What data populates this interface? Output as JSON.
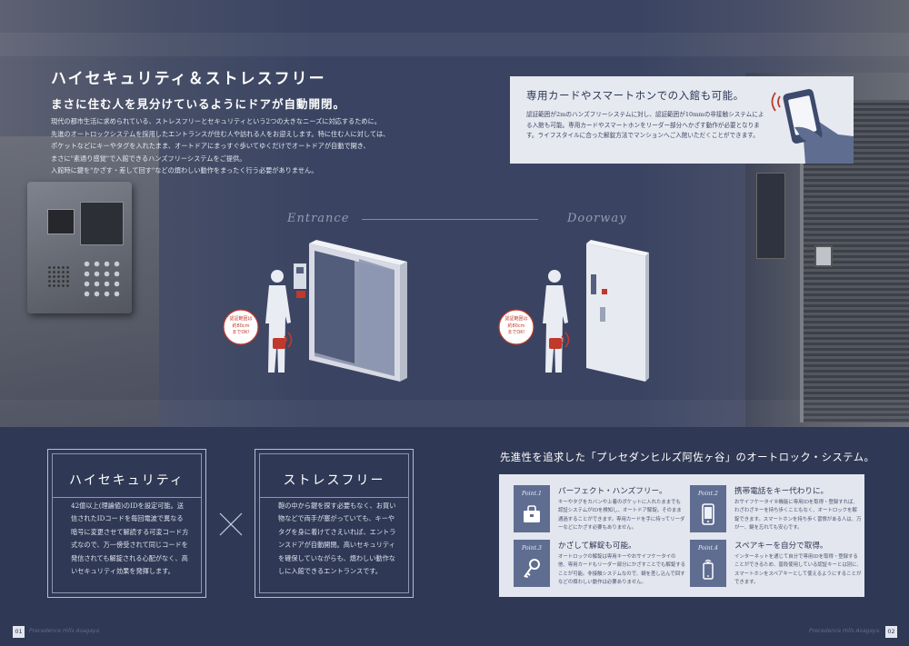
{
  "hero": {
    "title": "ハイセキュリティ＆ストレスフリー",
    "subtitle": "まさに住む人を見分けているようにドアが自動開閉。",
    "body": [
      "現代の都市生活に求められている、ストレスフリーとセキュリティという2つの大きなニーズに対応するために。",
      "先進のオートロックシステムを採用したエントランスが住む人や訪れる人をお迎えします。特に住む人に対しては、",
      "ポケットなどにキーやタグを入れたまま、オートドアにまっすぐ歩いてゆくだけでオートドアが自動で開き、",
      "まさに\"素通り感覚\"で入館できるハンズフリーシステムをご提供。",
      "入館時に鍵を\"かざす・差して回す\"などの煩わしい動作をまったく行う必要がありません。"
    ]
  },
  "callout": {
    "title": "専用カードやスマートホンでの入館も可能。",
    "body": "認証範囲が2mのハンズフリーシステムに対し、認証範囲が10mmの非接触システムによる入館も可能。専用カードやスマートホンをリーダー部分へかざす動作が必要となります。ライフスタイルに合った解錠方法でマンションへご入館いただくことができます。"
  },
  "illustration": {
    "entrance_label": "Entrance",
    "doorway_label": "Doorway",
    "badge_line1": "認証範囲は",
    "badge_line2": "約80cm",
    "badge_line3": "までOK!"
  },
  "cards": [
    {
      "title": "ハイセキュリティ",
      "body": "42億以上(理論値)のIDを設定可能。送信されたIDコードを毎回電波で異なる暗号に変更させて解読する可変コード方式なので、万一傍受されて同じコードを発信されても解錠される心配がなく、高いセキュリティ効果を発揮します。"
    },
    {
      "title": "ストレスフリー",
      "body": "鞄の中から鍵を探す必要もなく、お買い物などで両手が塞がっていても、キーやタグを身に着けてさえいれば、エントランスドアが自動開閉。高いセキュリティを確保していながらも、煩わしい動作なしに入館できるエントランスです。"
    }
  ],
  "section_title": "先進性を追求した「プレセダンヒルズ阿佐ヶ谷」のオートロック・システム。",
  "points": [
    {
      "label": "Point.1",
      "icon": "bag-icon",
      "title": "パーフェクト・ハンズフリー。",
      "body": "キーやタグをカバンや上着のポケットに入れたままでも認証システムがIDを検知し、オートドア解錠。そのまま通過することができます。専用カードを手に持ってリーダーなどにかざす必要もありません。"
    },
    {
      "label": "Point.2",
      "icon": "mobile-phone-icon",
      "title": "携帯電話をキー代わりに。",
      "body": "おサイフケータイ®機能に専用IDを取得・登録すれば、わざわざキーを持ち歩くこともなく、オートロックを解錠できます。スマートホンを持ち歩く習慣がある人は、万が一、鍵を忘れても安心です。"
    },
    {
      "label": "Point.3",
      "icon": "key-icon",
      "title": "かざして解錠も可能。",
      "body": "オートロックの解錠は専用キーやおサイフケータイの他、専用カードもリーダー部分にかざすことでも解錠することが可能。非接触システムなので、鍵を差し込んで回すなどの煩わしい動作は必要ありません。"
    },
    {
      "label": "Point.4",
      "icon": "smartphone-signal-icon",
      "title": "スペアキーを自分で取得。",
      "body": "インターネットを通じて自分で専用IDを取得・登録することができるため、普段使用している認証キーとは別に、スマートホンをスペアキーとして使えるようにすることができます。"
    }
  ],
  "footer": {
    "page_left": "01",
    "page_right": "02",
    "left_text": "Precedence Hills Asagaya",
    "right_text": "Precedence Hills Asagaya"
  },
  "colors": {
    "navy": "#2f3854",
    "panel": "#e3e6ee",
    "point_icon": "#5f6d91",
    "badge_red": "#c0392b"
  }
}
